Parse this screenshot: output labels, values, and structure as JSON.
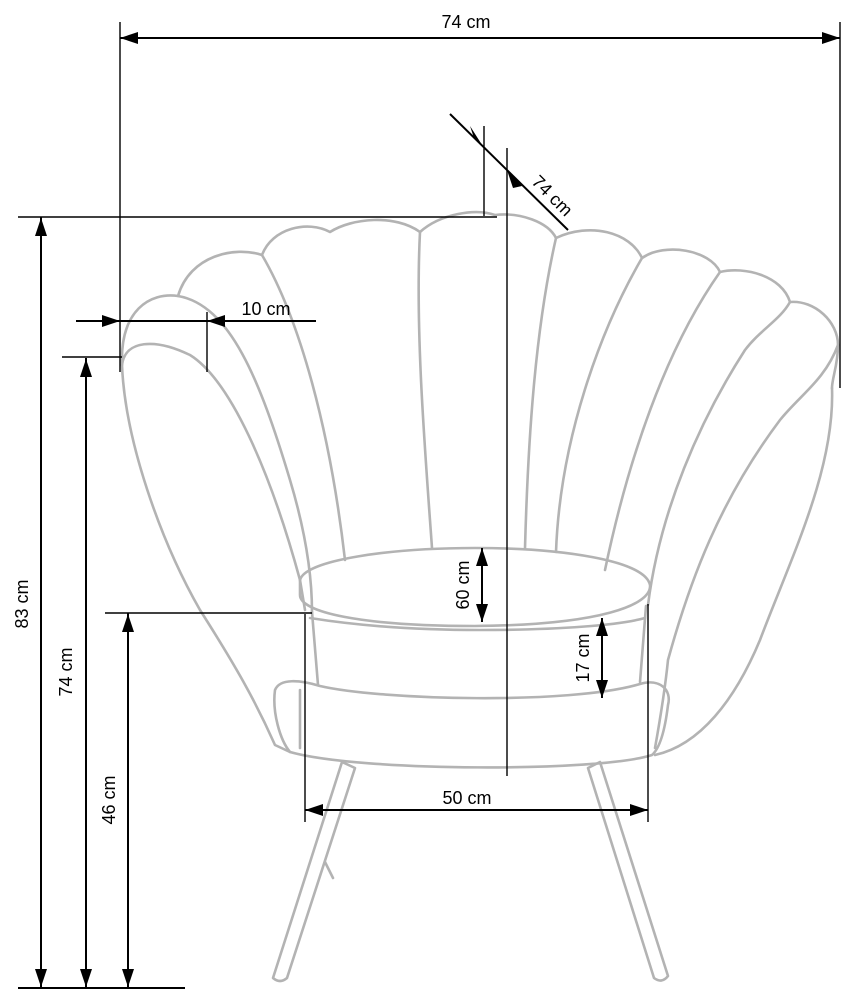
{
  "dimensions": {
    "overall_width": "74 cm",
    "depth": "74 cm",
    "armrest_width": "10 cm",
    "total_height": "83 cm",
    "armrest_height": "74 cm",
    "seat_height": "46 cm",
    "seat_depth": "60 cm",
    "cushion_thickness": "17 cm",
    "seat_width": "50 cm"
  }
}
